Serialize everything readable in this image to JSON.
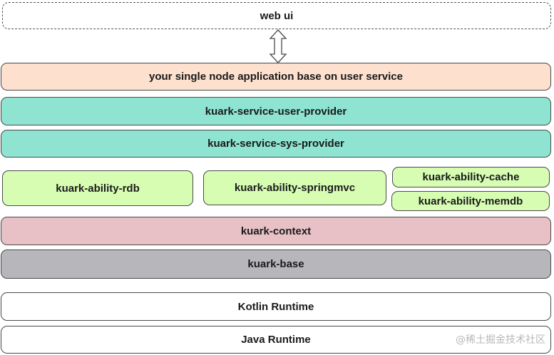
{
  "layers": {
    "web_ui": "web ui",
    "application": "your single node application base on user service",
    "user_provider": "kuark-service-user-provider",
    "sys_provider": "kuark-service-sys-provider",
    "ability_rdb": "kuark-ability-rdb",
    "ability_springmvc": "kuark-ability-springmvc",
    "ability_cache": "kuark-ability-cache",
    "ability_memdb": "kuark-ability-memdb",
    "context": "kuark-context",
    "base": "kuark-base",
    "kotlin_runtime": "Kotlin Runtime",
    "java_runtime": "Java Runtime"
  },
  "watermark": "@稀土掘金技术社区",
  "colors": {
    "application": "#fde0cd",
    "service": "#8ee3d1",
    "ability": "#d7fdb3",
    "context": "#e8c1c7",
    "base": "#b7b7bb",
    "runtime": "#ffffff"
  }
}
